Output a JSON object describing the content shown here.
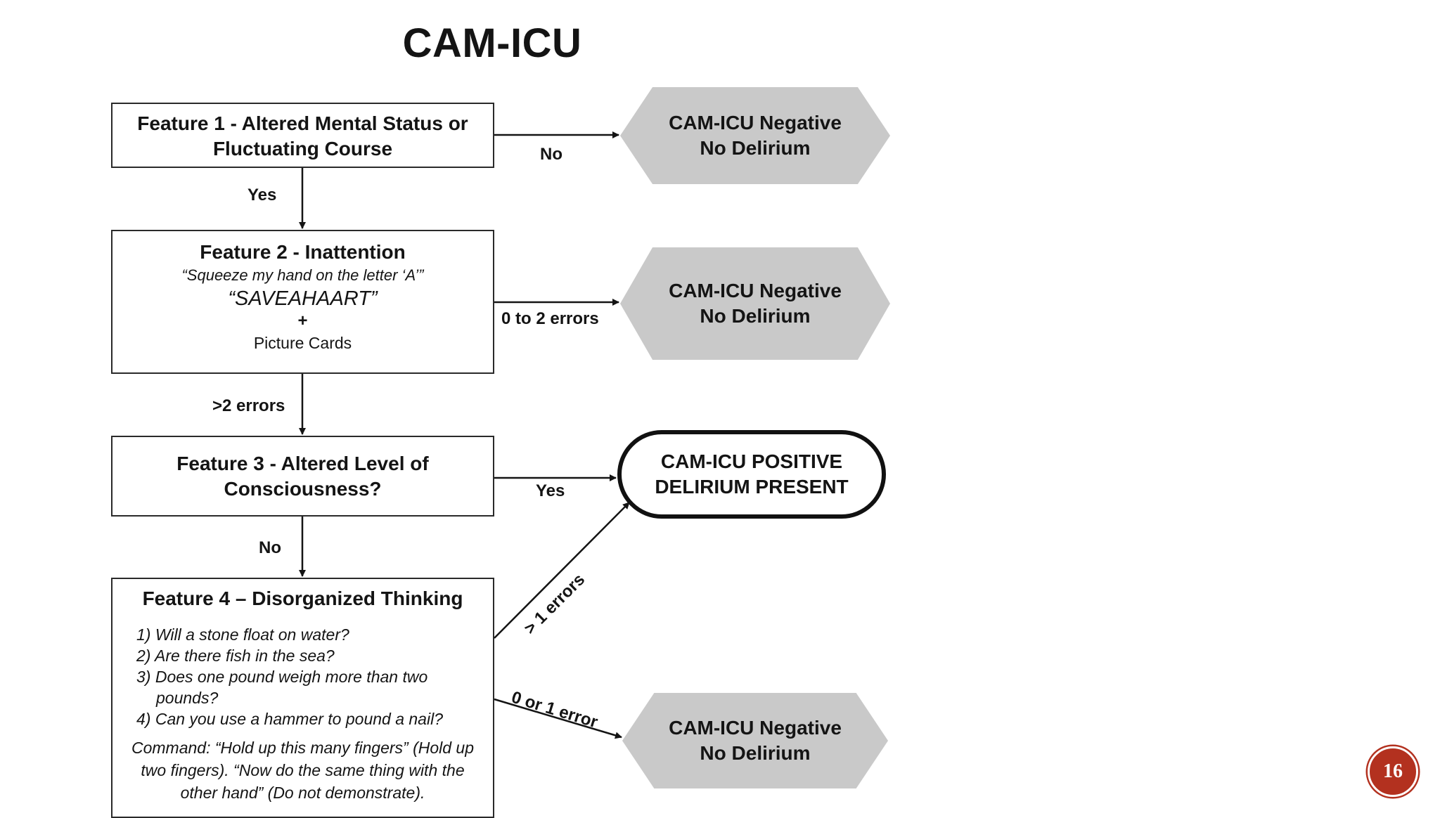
{
  "title": "CAM-ICU",
  "feature1": {
    "line1": "Feature 1 - Altered Mental Status or",
    "line2": "Fluctuating Course"
  },
  "feature2": {
    "heading": "Feature 2 - Inattention",
    "instruction": "“Squeeze my hand on the letter ‘A’”",
    "word": "“SAVEAHAART”",
    "plus": "+",
    "cards": "Picture Cards"
  },
  "feature3": {
    "line1": "Feature 3 - Altered Level of",
    "line2": "Consciousness?"
  },
  "feature4": {
    "heading": "Feature 4 – Disorganized Thinking",
    "questions": [
      "1) Will a stone float on water?",
      "2) Are there fish in the sea?",
      "3) Does one pound weigh more than two",
      "pounds?",
      "4) Can you use a hammer to pound a nail?"
    ],
    "command": [
      "Command: “Hold up this many fingers” (Hold up",
      "two fingers).  “Now do the same thing with the",
      "other hand” (Do not demonstrate)."
    ]
  },
  "outcomes": {
    "negative1": {
      "line1": "CAM-ICU Negative",
      "line2": "No Delirium"
    },
    "negative2": {
      "line1": "CAM-ICU Negative",
      "line2": "No Delirium"
    },
    "positive": {
      "line1": "CAM-ICU POSITIVE",
      "line2": "DELIRIUM PRESENT"
    },
    "negative3": {
      "line1": "CAM-ICU Negative",
      "line2": "No Delirium"
    }
  },
  "edge_labels": {
    "f1_no": "No",
    "f1_yes": "Yes",
    "f2_errors_low": "0 to 2 errors",
    "f2_errors_high": ">2 errors",
    "f3_yes": "Yes",
    "f3_no": "No",
    "f4_errors_high": "> 1 errors",
    "f4_errors_low": "0 or 1 error"
  },
  "slide_number": "16",
  "colors": {
    "box_border": "#2a2a2a",
    "hex_fill": "#c9c9c9",
    "badge": "#b3311f"
  }
}
